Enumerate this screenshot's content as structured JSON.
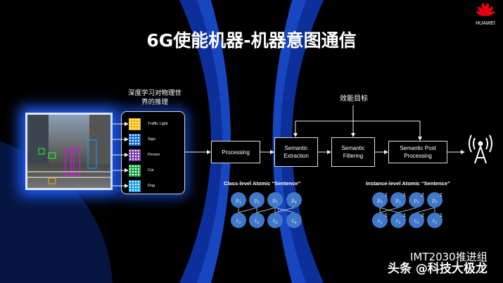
{
  "slide": {
    "title": "6G使能机器-机器意图通信",
    "brand": "HUAWEI",
    "brand_color": "#e60012",
    "accent": "#1f5fff"
  },
  "caption": "深度学习对物理世界的推理",
  "detections": [
    {
      "label": "Traffic Light",
      "color": "#f5b800"
    },
    {
      "label": "Sign",
      "color": "#1a6fd0"
    },
    {
      "label": "Person",
      "color": "#7b3fb0"
    },
    {
      "label": "Car",
      "color": "#1fa84a"
    },
    {
      "label": "Dog",
      "color": "#1aa0e8"
    }
  ],
  "pipeline": {
    "goal": "效能目标",
    "steps": [
      "Processing",
      "Semantic Extraction",
      "Semantic Filtering",
      "Semantic Post Processing"
    ]
  },
  "class_level": {
    "title": "Class-level Atomic “Sentence”",
    "p": [
      "p1",
      "p2",
      "p3",
      "p4"
    ],
    "c": [
      "c1",
      "c2",
      "c3",
      "c4"
    ]
  },
  "instance_level": {
    "title": "Instance-level Atomic “Sentence”",
    "p": [
      [
        "p0",
        "1"
      ],
      [
        "p1",
        "1"
      ],
      [
        "p1",
        "2"
      ],
      [
        "p2",
        "1"
      ]
    ],
    "c": [
      [
        "c1",
        "1"
      ],
      [
        "c2",
        "1"
      ],
      [
        "c2",
        "2"
      ],
      [
        "c3",
        "1"
      ]
    ]
  },
  "watermark": {
    "line1": "IMT2030推进组",
    "line2": "头条 @科技大极龙"
  }
}
